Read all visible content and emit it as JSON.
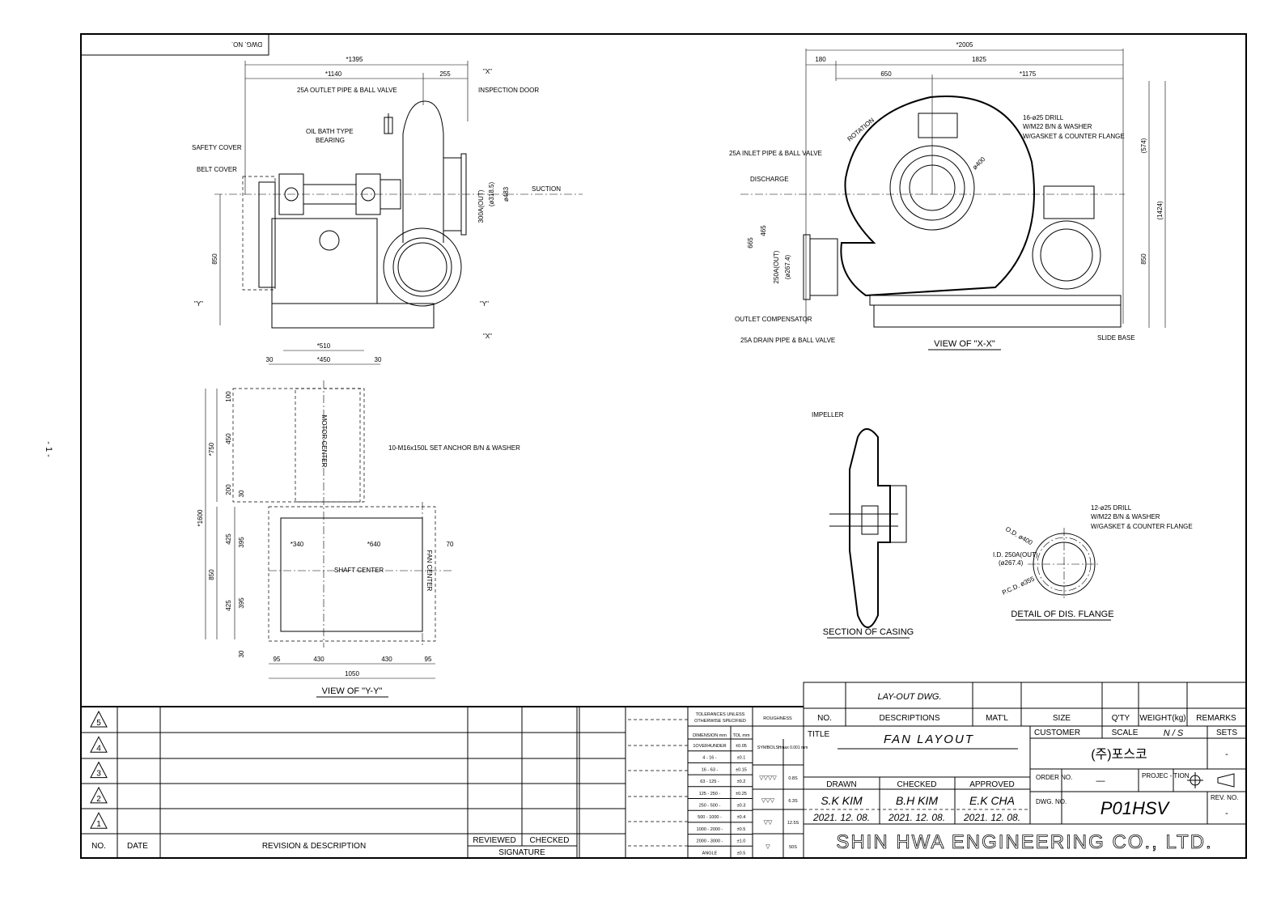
{
  "page_marker": "- 1 -",
  "dwg_no_label": "DWG. NO.",
  "views": {
    "side": {
      "dims": [
        "*1395",
        "*1140",
        "255",
        "850"
      ],
      "labels": [
        "25A OUTLET PIPE & BALL VALVE",
        "INSPECTION DOOR",
        "OIL BATH TYPE",
        "BEARING",
        "SAFETY COVER",
        "BELT COVER",
        "SUCTION",
        "300A(OUT)",
        "(ø318.5)",
        "ø483"
      ],
      "section_marks": [
        "\"X\"",
        "\"Y\"",
        "\"Y\"",
        "\"X\""
      ]
    },
    "xx": {
      "title": "VIEW OF \"X-X\"",
      "dims": [
        "*2005",
        "180",
        "1825",
        "650",
        "*1175",
        "(574)",
        "(1424)",
        "850",
        "665",
        "465",
        "250A(OUT)",
        "(ø267.4)",
        "ø400"
      ],
      "labels": [
        "ROTATION",
        "16-ø25 DRILL",
        "W/M22 B/N & WASHER",
        "W/GASKET & COUNTER FLANGE",
        "25A INLET PIPE & BALL VALVE",
        "DISCHARGE",
        "OUTLET COMPENSATOR",
        "25A DRAIN PIPE & BALL VALVE",
        "SLIDE BASE"
      ]
    },
    "yy": {
      "title": "VIEW OF \"Y-Y\"",
      "dims": [
        "*510",
        "*450",
        "30",
        "30",
        "100",
        "450",
        "200",
        "30",
        "*750",
        "*1600",
        "425",
        "395",
        "850",
        "425",
        "395",
        "30",
        "*340",
        "*640",
        "70",
        "95",
        "430",
        "430",
        "95",
        "1050"
      ],
      "labels": [
        "MOTOR CENTER",
        "10-M16x150L SET ANCHOR B/N & WASHER",
        "SHAFT CENTER",
        "FAN CENTER"
      ]
    },
    "casing": {
      "title": "SECTION OF CASING",
      "labels": [
        "IMPELLER"
      ]
    },
    "flange": {
      "title": "DETAIL OF DIS. FLANGE",
      "labels": [
        "12-ø25 DRILL",
        "W/M22 B/N & WASHER",
        "W/GASKET & COUNTER FLANGE",
        "O.D. ø400",
        "I.D. 250A(OUT)",
        "(ø267.4)",
        "P.C.D. ø355"
      ]
    }
  },
  "revision_table": {
    "rows": [
      "5",
      "4",
      "3",
      "2",
      "1"
    ],
    "headers": {
      "no": "NO.",
      "date": "DATE",
      "desc": "REVISION & DESCRIPTION",
      "reviewed": "REVIEWED",
      "checked": "CHECKED",
      "signature": "SIGNATURE"
    }
  },
  "tolerances": {
    "title1": "TOLERANCES UNLESS",
    "title2": "OTHERWISE SPECIFIED",
    "dim_header": "DIMENSION mm",
    "tol_header": "TOL mm",
    "rows": [
      {
        "range": "1OVER4UNDER",
        "tol": "±0.05"
      },
      {
        "range": "4 - 16 -",
        "tol": "±0.1"
      },
      {
        "range": "16 - 63 -",
        "tol": "±0.15"
      },
      {
        "range": "63 - 125 -",
        "tol": "±0.2"
      },
      {
        "range": "125 - 250 -",
        "tol": "±0.25"
      },
      {
        "range": "250 - 500 -",
        "tol": "±0.3"
      },
      {
        "range": "500 - 1000 -",
        "tol": "±0.4"
      },
      {
        "range": "1000 - 2000 -",
        "tol": "±0.5"
      },
      {
        "range": "2000 - 3000 -",
        "tol": "±1.0"
      },
      {
        "range": "ANGLE",
        "tol": "±0.5"
      }
    ],
    "roughness": "ROUGHNESS",
    "symbols": "SYMBOLS",
    "hmax": "Hmax 0.001 mm",
    "rough_rows": [
      {
        "sym": "▽▽▽▽",
        "val": "0.8S"
      },
      {
        "sym": "▽▽▽",
        "val": "6.3S"
      },
      {
        "sym": "▽▽",
        "val": "12.5S"
      },
      {
        "sym": "▽",
        "val": "50S"
      }
    ]
  },
  "title_block": {
    "dwg_type": "LAY-OUT DWG.",
    "cols": [
      "NO.",
      "DESCRIPTIONS",
      "MAT'L",
      "SIZE",
      "Q'TY",
      "WEIGHT(kg)",
      "REMARKS"
    ],
    "title_label": "TITLE",
    "title": "FAN LAYOUT",
    "customer_label": "CUSTOMER",
    "customer": "(주)포스코",
    "scale_label": "SCALE",
    "scale": "N / S",
    "sets_label": "SETS",
    "sets": "-",
    "order_label": "ORDER NO.",
    "order": "—",
    "projection_label": "PROJEC - TION",
    "drawn_label": "DRAWN",
    "checked_label": "CHECKED",
    "approved_label": "APPROVED",
    "drawn": "S.K KIM",
    "checked": "B.H KIM",
    "approved": "E.K CHA",
    "drawn_date": "2021. 12. 08.",
    "checked_date": "2021. 12. 08.",
    "approved_date": "2021. 12. 08.",
    "dwg_no_label": "DWG. NO.",
    "dwg_no": "P01HSV",
    "rev_label": "REV. NO.",
    "rev": "-",
    "company": "SHIN HWA ENGINEERING CO., LTD."
  }
}
